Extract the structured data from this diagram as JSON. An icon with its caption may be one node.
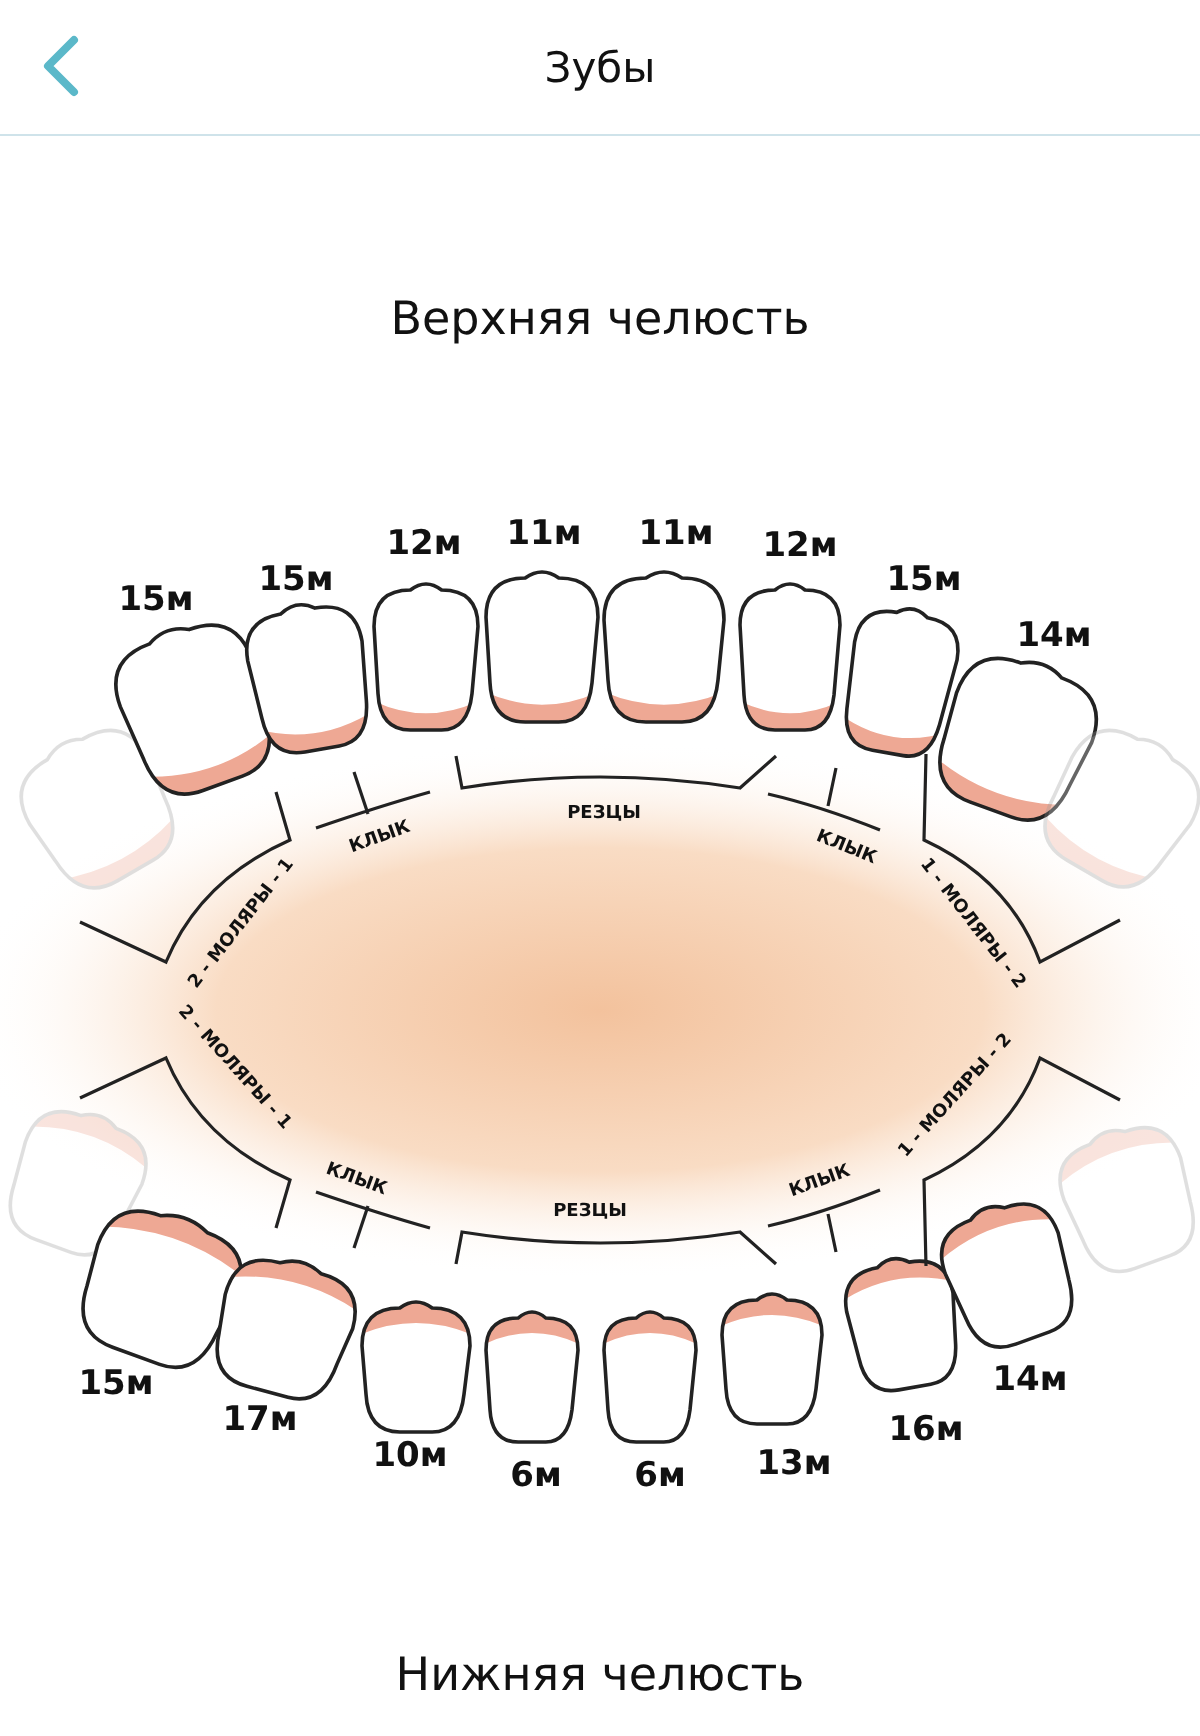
{
  "diagram": {
    "title": "Зубы",
    "labels": [
      "Верхняя челюсть",
      "15м",
      "15м",
      "12м",
      "11м",
      "11м",
      "12м",
      "15м",
      "14м",
      "2 - МОЛЯРЫ - 1",
      "КЛЫК",
      "РЕЗЦЫ",
      "КЛЫК",
      "1 - МОЛЯРЫ - 2",
      "2 - МОЛЯРЫ - 1",
      "КЛЫК",
      "РЕЗЦЫ",
      "КЛЫК",
      "1 - МОЛЯРЫ - 2",
      "15м",
      "17м",
      "10м",
      "6м",
      "6м",
      "13м",
      "16м",
      "14м",
      "Нижняя челюсть"
    ]
  }
}
